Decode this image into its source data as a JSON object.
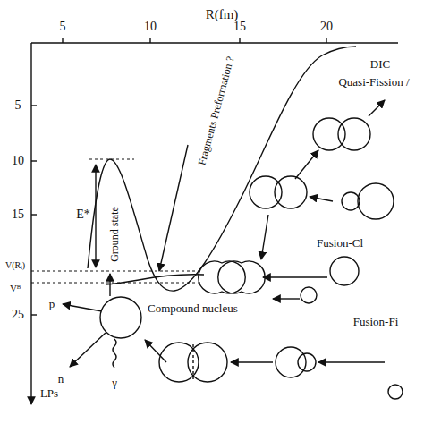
{
  "diagram": {
    "nodes": [
      {
        "text": [
          "Compound nucleus"
        ]
      }
    ],
    "labels": [
      "R(fm)",
      "5",
      "10",
      "15",
      "20",
      "5",
      "10",
      "15",
      "25",
      "DIC",
      "Quasi-Fission /",
      "Fragments Preformation ?",
      "E*",
      "Ground state",
      "V(Rᵢ)",
      "Vᴮ",
      "Fusion-Cl",
      "Fusion-Fi",
      "p",
      "n",
      "γ",
      "LPs"
    ]
  }
}
